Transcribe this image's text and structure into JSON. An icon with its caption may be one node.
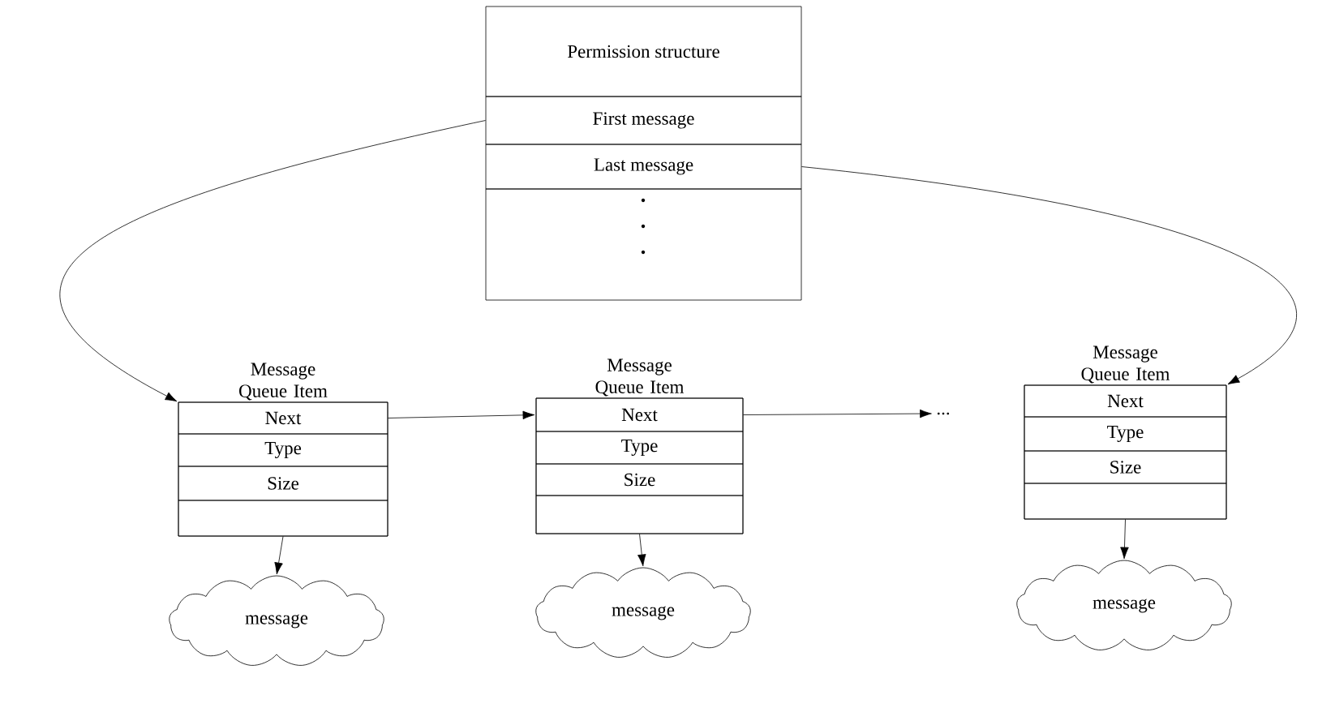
{
  "diagram": {
    "nodes": [
      {
        "text": [
          "Permission structure"
        ]
      },
      {
        "text": [
          "First message"
        ]
      },
      {
        "text": [
          "Last message"
        ]
      },
      {
        "text": [],
        "shape": "box"
      },
      {
        "text": [
          "Message Queue Item"
        ]
      },
      {
        "text": [
          "Next"
        ],
        "in": 4
      },
      {
        "text": [
          "Type"
        ],
        "in": 4
      },
      {
        "text": [
          "Size"
        ],
        "in": 4
      },
      {
        "text": [],
        "shape": "box",
        "in": 4
      },
      {
        "text": [
          "message"
        ]
      },
      {
        "text": [
          "Message Queue Item"
        ]
      },
      {
        "text": [
          "Next"
        ],
        "in": 10
      },
      {
        "text": [
          "Type"
        ],
        "in": 10
      },
      {
        "text": [
          "Size"
        ],
        "in": 10
      },
      {
        "text": [],
        "shape": "box",
        "in": 10
      },
      {
        "text": [
          "message"
        ]
      },
      {
        "text": [
          "..."
        ]
      },
      {
        "text": [
          "Message Queue Item"
        ]
      },
      {
        "text": [
          "Next"
        ],
        "in": 17
      },
      {
        "text": [
          "Type"
        ],
        "in": 17
      },
      {
        "text": [
          "Size"
        ],
        "in": 17
      },
      {
        "text": [],
        "shape": "box",
        "in": 17
      },
      {
        "text": [
          "message"
        ]
      }
    ],
    "edges": [
      {
        "from": 1,
        "to": 4,
        "arrow": "to"
      },
      {
        "from": 2,
        "to": 17,
        "arrow": "to"
      },
      {
        "from": 5,
        "to": 11,
        "arrow": "to"
      },
      {
        "from": 11,
        "to": 16,
        "arrow": "to"
      },
      {
        "from": 8,
        "to": 9,
        "arrow": "to"
      },
      {
        "from": 14,
        "to": 15,
        "arrow": "to"
      },
      {
        "from": 21,
        "to": 22,
        "arrow": "to"
      }
    ]
  }
}
